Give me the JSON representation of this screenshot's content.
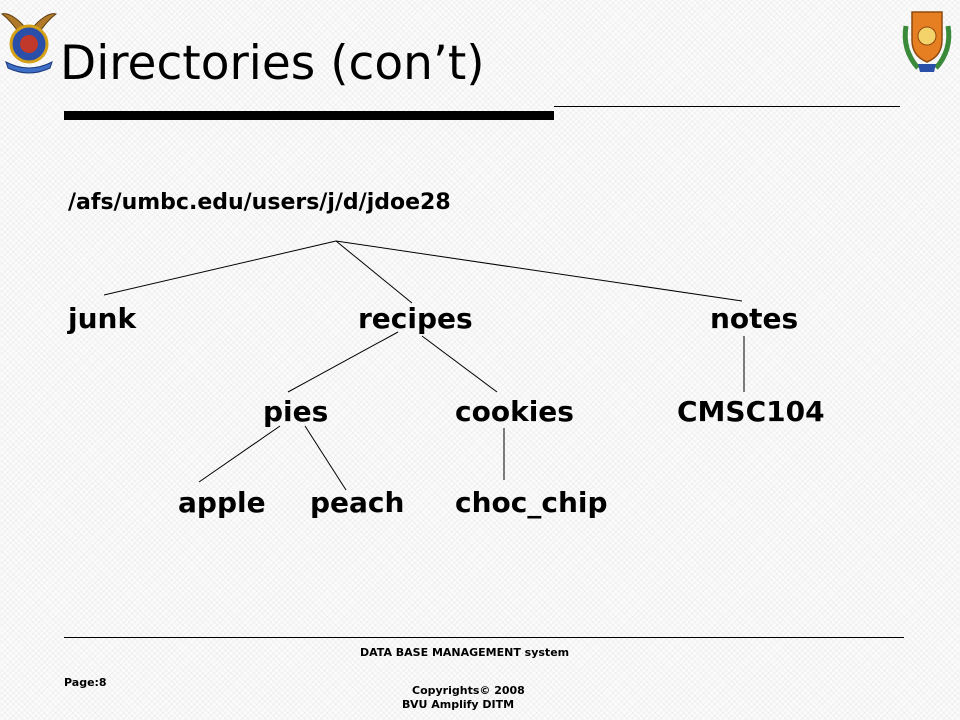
{
  "slide": {
    "title": "Directories (con’t)",
    "path": "/afs/umbc.edu/users/j/d/jdoe28"
  },
  "tree": {
    "level1": [
      "junk",
      "recipes",
      "notes"
    ],
    "level2": [
      "pies",
      "cookies",
      "CMSC104"
    ],
    "level3": [
      "apple",
      "peach",
      "choc_chip"
    ]
  },
  "footer": {
    "course": "DATA BASE MANAGEMENT system",
    "page": "Page:8",
    "copyright": "Copyrights© 2008",
    "org": "BVU Amplify DITM"
  }
}
